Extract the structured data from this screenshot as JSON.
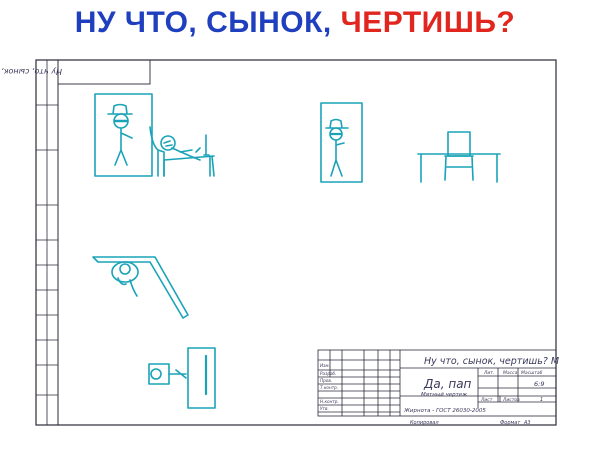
{
  "headline": {
    "part1": "НУ ЧТО, СЫНОК, ",
    "part2": "ЧЕРТИШЬ?"
  },
  "colors": {
    "headline_blue": "#1f3fbf",
    "headline_red": "#e0261f",
    "drawing_line": "#1aa3b8"
  },
  "sheet": {
    "top_code": "Ну что, сынок, чертишь? М",
    "title": "Да, пап",
    "subtitle": "Мятный чертеж",
    "scale": "6:9",
    "sheet_number": "1",
    "standard": "Жирнота - ГОСТ 26030-2005",
    "copied": "Копировал",
    "format": "Формат",
    "format_value": "А3",
    "col_lit": "Лит.",
    "col_mass": "Масса",
    "col_scale": "Масштаб",
    "col_sheet": "Лист",
    "col_sheets": "Листов",
    "rows": [
      "Изм.",
      "Разраб.",
      "Пров.",
      "Т.контр.",
      "Н.контр.",
      "Утв."
    ]
  }
}
